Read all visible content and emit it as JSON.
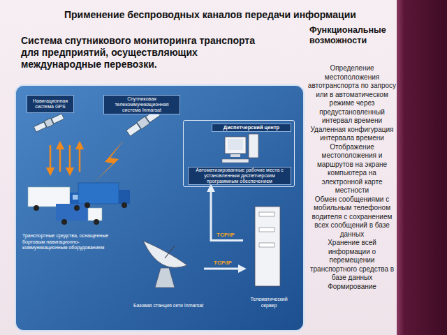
{
  "diagram": {
    "title": "Применение беспроводных каналов передачи информации",
    "nodes": [
      {
        "text": [
          "Навигационная система GPS"
        ]
      },
      {
        "text": [
          "Спутниковая телекоммуникационная система Inmarsat"
        ]
      },
      {
        "text": [
          "Диспетчерский центр"
        ]
      },
      {
        "text": [
          "Автоматизированные рабочие места с установленным диспетчерским программным обеспечением"
        ],
        "in": 2
      },
      {
        "text": [
          "Транспортные средства, оснащенные бортовым навигационно-коммуникационным оборудованием"
        ]
      },
      {
        "text": [
          "Базовая станция сети Inmarsat"
        ]
      },
      {
        "text": [
          "Телематический сервер"
        ]
      }
    ],
    "edges": [
      {
        "from": 5,
        "to": 6,
        "label": "TCP/IP",
        "arrow": "to"
      },
      {
        "from": 6,
        "to": 2,
        "label": "TCP/IP",
        "arrow": "to"
      }
    ],
    "labels": [
      "Система спутникового мониторинга транспорта для предприятий, осуществляющих международные перевозки.",
      "Функциональные возможности",
      "Определение местоположения автотранспорта по запросу или в автоматическом режиме через предустановленный интервал времени",
      "Удаленная конфигурация интервала времени",
      "Отображение местоположения и маршрутов на экране компьютера на электронной карте местности",
      "Обмен сообщениями с мобильным телефоном водителя с сохранением всех сообщений в базе данных",
      "Хранение всей информации о перемещении транспортного средства в базе данных",
      "Формирование"
    ]
  }
}
